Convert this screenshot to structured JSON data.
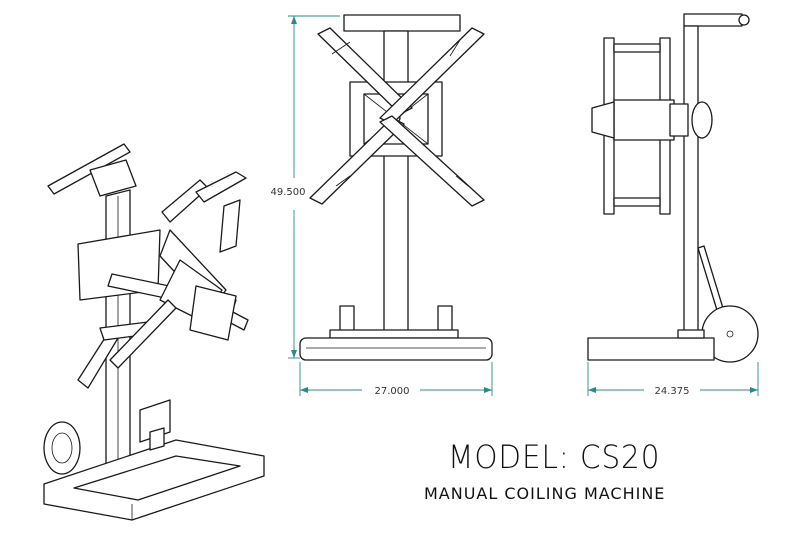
{
  "model_label": "MODEL: CS20",
  "description": "MANUAL COILING MACHINE",
  "dimensions": {
    "height": "49.500",
    "front_width": "27.000",
    "side_depth": "24.375"
  },
  "colors": {
    "line": "#1a1a1a",
    "dimension": "#2a8a8a"
  }
}
